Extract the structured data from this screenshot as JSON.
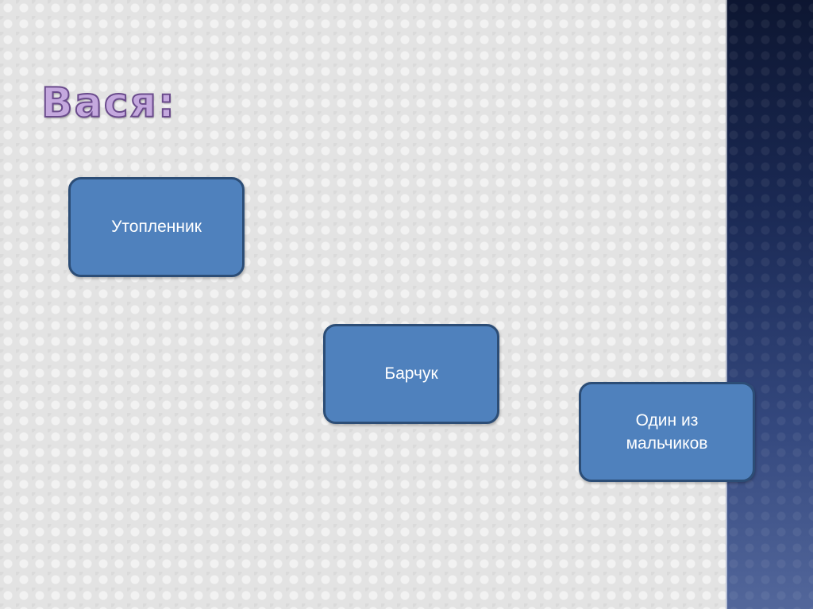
{
  "slide": {
    "title": "Вася:",
    "nodes": [
      {
        "label": "Утопленник"
      },
      {
        "label": "Барчук"
      },
      {
        "label": "Один из\nмальчиков"
      }
    ]
  },
  "colors": {
    "node_fill": "#4f81bd",
    "node_border": "#2c4d76",
    "title_fill": "#c4a8de",
    "title_outline": "#6a4b8c",
    "background": "#e3e3e3",
    "side_panel": "#1b2a55"
  }
}
